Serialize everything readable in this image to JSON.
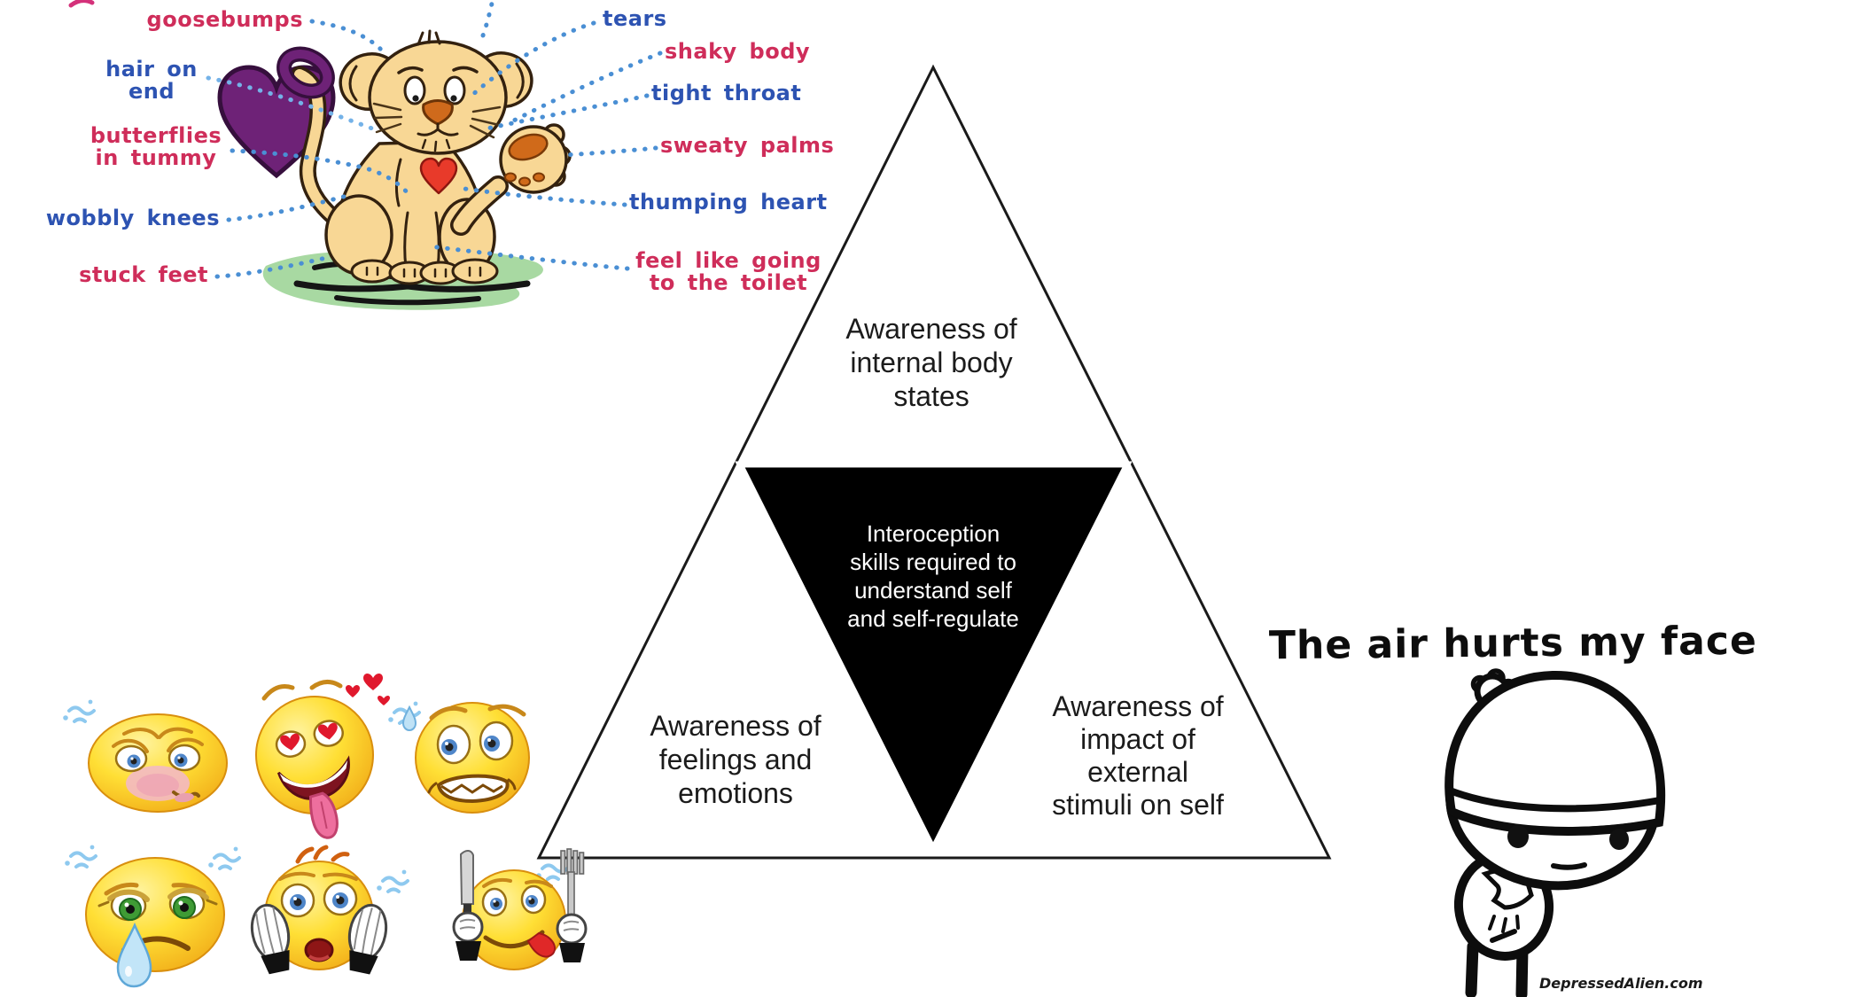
{
  "palette": {
    "label_red": "#cf2d5a",
    "label_blue": "#2d53b2",
    "dotted_line_blue": "#4a8fd4",
    "dotted_line_light_blue": "#74b2e8",
    "lion_body_tan": "#f8d795",
    "purple_heart": "#6e2277",
    "chest_heart_red": "#e83a2a",
    "grass_green": "#a8d9a2",
    "emoji_yellow": "#ffdf35",
    "pyramid_center_bg": "#000000",
    "pyramid_text": "#1b1b1b",
    "pyramid_center_text": "#ffffff"
  },
  "sensations": {
    "goosebumps": "goosebumps",
    "hair_on_end": "hair on\nend",
    "butterflies": "butterflies\nin tummy",
    "wobbly_knees": "wobbly knees",
    "stuck_feet": "stuck feet",
    "tears": "tears",
    "shaky_body": "shaky body",
    "tight_throat": "tight throat",
    "sweaty_palms": "sweaty palms",
    "thumping_heart": "thumping heart",
    "feel_like_toilet": "feel like going\nto the toilet"
  },
  "pyramid": {
    "top": "Awareness of\ninternal body\nstates",
    "left": "Awareness of\nfeelings and\nemotions",
    "right": "Awareness of\nimpact of\nexternal\nstimuli on self",
    "center": "Interoception\nskills required to\nunderstand self\nand self-regulate"
  },
  "meme": {
    "caption": "The air hurts my face",
    "watermark": "DepressedAlien.com"
  },
  "icons": {
    "lion": "scared-lion-cub-clipart",
    "purple_heart": "purple-heart-with-tail",
    "emojis": [
      "embarrassed-blushing-face",
      "love-struck-face",
      "worried-grimace-face",
      "crying-face",
      "shocked-hands-on-cheeks-face",
      "hungry-face-with-knife-and-fork"
    ],
    "alien": "depressed-alien-in-beanie"
  }
}
